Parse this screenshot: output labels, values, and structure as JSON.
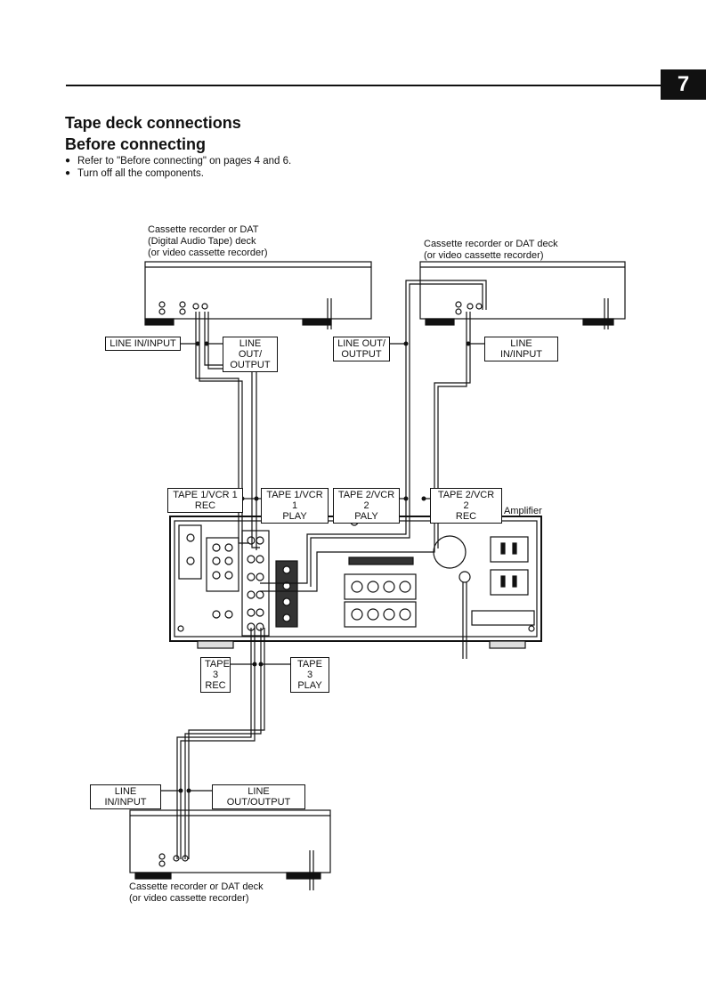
{
  "page_number": "7",
  "title": "Tape deck connections",
  "subtitle": "Before connecting",
  "bullets": [
    "Refer to \"Before connecting\" on pages 4 and 6.",
    "Turn off all the components."
  ],
  "decks": {
    "deck1_caption": "Cassette recorder or DAT\n(Digital Audio Tape) deck\n(or video cassette recorder)",
    "deck2_caption": "Cassette recorder or DAT deck\n(or video cassette recorder)",
    "deck3_caption": "Cassette recorder or DAT deck\n(or video cassette recorder)"
  },
  "labels": {
    "line_in_input": "LINE IN/INPUT",
    "line_out_output_2line": "LINE OUT/\nOUTPUT",
    "line_out_output": "LINE OUT/OUTPUT",
    "tape1_rec": "TAPE 1/VCR 1\nREC",
    "tape1_play": "TAPE 1/VCR 1\nPLAY",
    "tape2_paly": "TAPE 2/VCR 2\nPALY",
    "tape2_rec": "TAPE 2/VCR 2\nREC",
    "tape3_rec": "TAPE 3\nREC",
    "tape3_play": "TAPE 3\nPLAY",
    "amplifier": "Amplifier"
  }
}
